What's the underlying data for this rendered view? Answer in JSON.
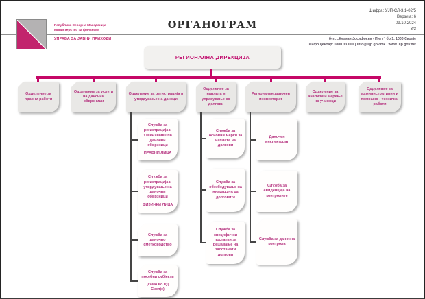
{
  "header": {
    "logo": {
      "org_line1": "Република Северна Македонија",
      "org_line2": "Министерство за финансии",
      "org_name": "УПРАВА ЗА ЈАВНИ ПРИХОДИ"
    },
    "title": "ОРГАНОГРАМ",
    "meta": {
      "code": "Шифра: УЈП-СЛ-3.1-02/5",
      "version": "Верзија: 6",
      "date": "09.10.2024",
      "page": "3/3"
    },
    "address_line1": "бул. „Кузман Јосифоски - Питу“ бр.1, 1000 Скопје",
    "address_line2": "Инфо центар: 0800 33 000 | info@ujp.gov.mk | www.ujp.gov.mk"
  },
  "colors": {
    "accent_magenta": "#c50767",
    "node_text": "#b5337f",
    "sub_connector": "#454545"
  },
  "chart": {
    "root": {
      "label": "РЕГИОНАЛНА ДИРЕКЦИЈА"
    },
    "departments": [
      "Одделение за правни работи",
      "Одделение за услуги на даночни обврзници",
      "Одделение за регистрација и утврдување на даноци",
      "Одделение за наплата и управување со долгови",
      "Регионален даночен инспекторат",
      "Одделение за анализи и мерење на учиноци",
      "Одделение за административни и помошно - технички работи"
    ],
    "registration_units": [
      {
        "label": "Служба за регистрација и утврдување на даночни обврзници",
        "sublabel": "ПРАВНИ ЛИЦА"
      },
      {
        "label": "Служба за регистрација и утврдување на даночни обврзници",
        "sublabel": "ФИЗИЧКИ ЛИЦА"
      },
      {
        "label": "Служба за даночно сметководство",
        "sublabel": ""
      },
      {
        "label": "Служба за посебни субјекти",
        "sublabel": "(само во РД Скопје)"
      }
    ],
    "collection_units": [
      {
        "label": "Служба за основни мерки за наплата на долгови",
        "sublabel": ""
      },
      {
        "label": "Служба за обезбедување на плаќањето на долговите",
        "sublabel": ""
      },
      {
        "label": "Служба за специфични постапки за решавање на заостанати долгови",
        "sublabel": ""
      }
    ],
    "inspectorate_units": [
      {
        "label": "Даночен инспекторат",
        "sublabel": ""
      },
      {
        "label": "Служба за евиденција на контролите",
        "sublabel": ""
      },
      {
        "label": "Служба за даночна контрола",
        "sublabel": ""
      }
    ]
  }
}
